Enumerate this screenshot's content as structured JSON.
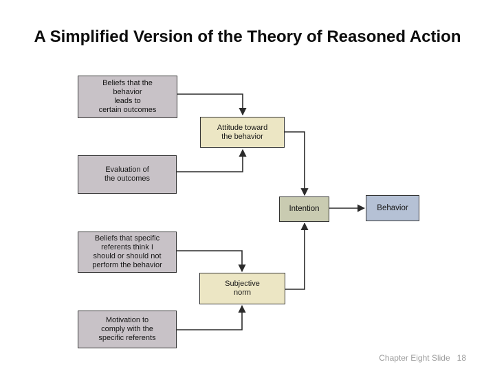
{
  "slide": {
    "title": "A Simplified Version of the Theory of Reasoned Action",
    "footer": {
      "label": "Chapter Eight Slide",
      "page_number": "18"
    }
  },
  "colors": {
    "background": "#ffffff",
    "title_text": "#0d0d0d",
    "box_border": "#333333",
    "connector": "#2b2b2b",
    "belief_box_fill": "#c8c2c7",
    "attitude_box_fill": "#ece6c4",
    "intention_box_fill": "#c9cbb1",
    "behavior_box_fill": "#b5c1d5",
    "footer_text": "#9c9c9c"
  },
  "diagram": {
    "boxes": {
      "beliefs_outcomes": {
        "text": "Beliefs that the\nbehavior\nleads to\ncertain outcomes"
      },
      "attitude": {
        "text": "Attitude toward\nthe behavior"
      },
      "evaluation": {
        "text": "Evaluation of\nthe outcomes"
      },
      "beliefs_referents": {
        "text": "Beliefs that specific\nreferents think I\nshould or should not\nperform the behavior"
      },
      "subjective_norm": {
        "text": "Subjective\nnorm"
      },
      "motivation": {
        "text": "Motivation to\ncomply with the\nspecific referents"
      },
      "intention": {
        "text": "Intention"
      },
      "behavior": {
        "text": "Behavior"
      }
    },
    "connections": [
      {
        "from": "Beliefs that the behavior leads to certain outcomes",
        "to": "Attitude toward the behavior"
      },
      {
        "from": "Evaluation of the outcomes",
        "to": "Attitude toward the behavior"
      },
      {
        "from": "Attitude toward the behavior",
        "to": "Intention"
      },
      {
        "from": "Beliefs that specific referents think I should or should not perform the behavior",
        "to": "Subjective norm"
      },
      {
        "from": "Motivation to comply with the specific referents",
        "to": "Subjective norm"
      },
      {
        "from": "Subjective norm",
        "to": "Intention"
      },
      {
        "from": "Intention",
        "to": "Behavior"
      }
    ]
  }
}
